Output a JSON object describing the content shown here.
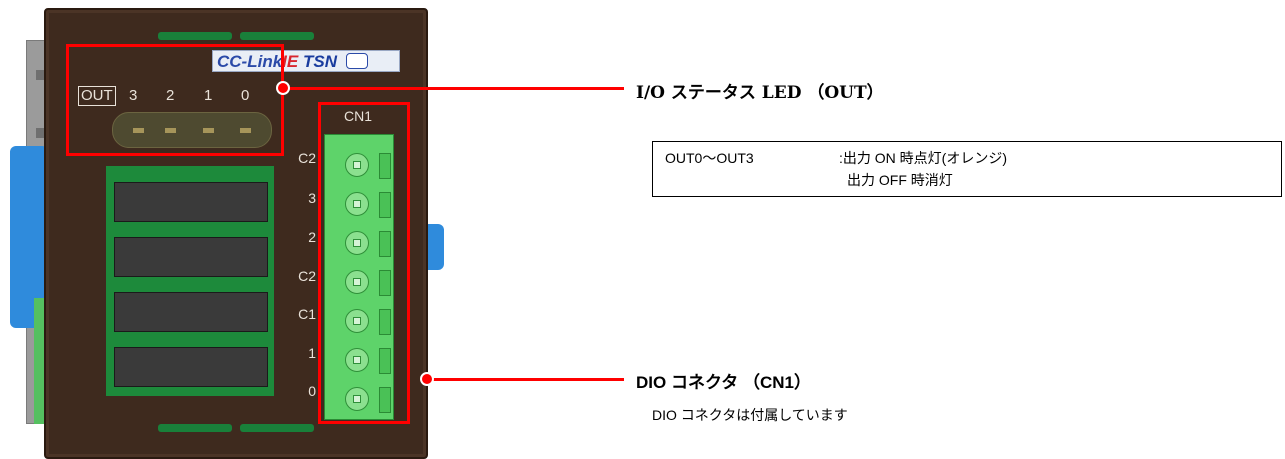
{
  "device": {
    "logo": {
      "prefix": "CC-Link",
      "ie": "IE",
      "tsn": "TSN"
    },
    "led_labels": {
      "out": "OUT",
      "bits": [
        "3",
        "2",
        "1",
        "0"
      ]
    },
    "connector_header": "CN1",
    "terminal_labels": [
      "C2",
      "3",
      "2",
      "C2",
      "C1",
      "1",
      "0"
    ]
  },
  "callouts": {
    "led": {
      "title": "I/O ステータス LED （OUT）"
    },
    "connector": {
      "title": "DIO コネクタ （CN1）",
      "note": "DIO コネクタは付属しています"
    }
  },
  "info_table": {
    "label": "OUT0～OUT3",
    "line1": ":出力 ON 時点灯(オレンジ)",
    "line2": "出力 OFF 時消灯"
  },
  "colors": {
    "highlight": "#ff0000",
    "case": "#3e2a1e",
    "terminal": "#5ed36a",
    "board": "#1d8a3b"
  }
}
